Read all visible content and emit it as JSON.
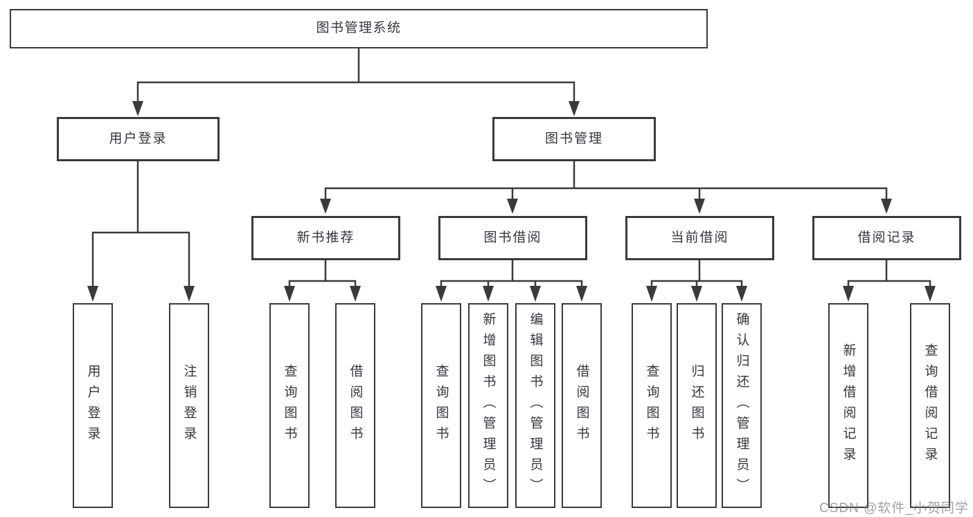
{
  "colors": {
    "line": "#3a3a3a",
    "box_border": "#3a3a3a",
    "text": "#33363c",
    "background": "#ffffff",
    "watermark": "#7d8187"
  },
  "diagram": {
    "root": {
      "label": "图书管理系统"
    },
    "level2": [
      {
        "label": "用户登录",
        "children": [
          {
            "label": "用户登录"
          },
          {
            "label": "注销登录"
          }
        ]
      },
      {
        "label": "图书管理",
        "children": [
          {
            "label": "新书推荐",
            "children": [
              {
                "label": "查询图书"
              },
              {
                "label": "借阅图书"
              }
            ]
          },
          {
            "label": "图书借阅",
            "children": [
              {
                "label": "查询图书"
              },
              {
                "label": "新增图书（管理员）"
              },
              {
                "label": "编辑图书（管理员）"
              },
              {
                "label": "借阅图书"
              }
            ]
          },
          {
            "label": "当前借阅",
            "children": [
              {
                "label": "查询图书"
              },
              {
                "label": "归还图书"
              },
              {
                "label": "确认归还（管理员）"
              }
            ]
          },
          {
            "label": "借阅记录",
            "children": [
              {
                "label": "新增借阅记录"
              },
              {
                "label": "查询借阅记录"
              }
            ]
          }
        ]
      }
    ]
  },
  "watermark": {
    "text": "CSDN @软件_小贺同学"
  }
}
